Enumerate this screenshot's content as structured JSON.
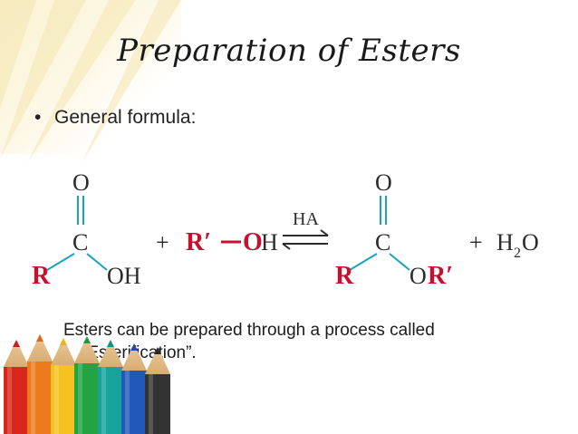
{
  "slide": {
    "title": "Preparation of Esters",
    "bullet": "General formula:",
    "description_line1": "Esters can be prepared through a process called",
    "description_line2": "“Esterification”."
  },
  "reaction": {
    "acid": {
      "o": "O",
      "c": "C",
      "r": "R",
      "oh": "OH"
    },
    "plus1": "+",
    "alcohol": {
      "r": "R′",
      "dash": "—",
      "oh": "OH"
    },
    "catalyst": "HA",
    "ester": {
      "o": "O",
      "c": "C",
      "r": "R",
      "or": "OR′"
    },
    "plus2": "+",
    "water": {
      "h": "H",
      "sub": "2",
      "o": "O"
    }
  },
  "colors": {
    "red": "#c8102e",
    "cyan": "#1aa3b8",
    "dark": "#2b2b2b"
  }
}
